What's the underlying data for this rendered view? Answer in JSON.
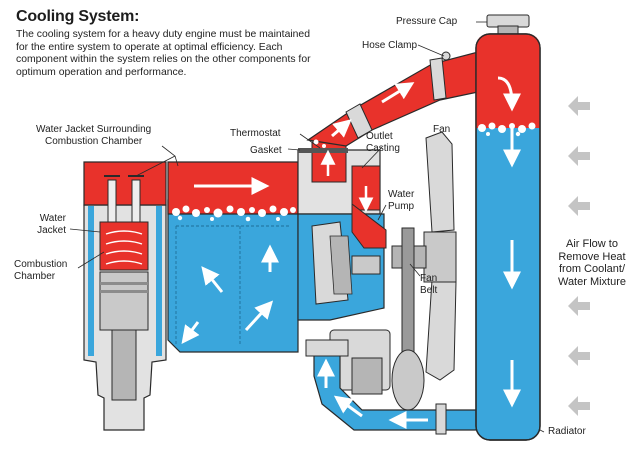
{
  "heading": {
    "title": "Cooling System:",
    "description": "The cooling system for a heavy duty engine must be maintained for the entire system to operate at optimal efficiency. Each component within the system relies on the other components for optimum operation and performance."
  },
  "labels": {
    "pressure_cap": "Pressure Cap",
    "hose_clamp": "Hose Clamp",
    "water_jacket_surrounding": "Water Jacket Surrounding\nCombustion Chamber",
    "thermostat": "Thermostat",
    "gasket": "Gasket",
    "outlet_casting": "Outlet\nCasting",
    "fan": "Fan",
    "water_pump": "Water\nPump",
    "water_jacket": "Water\nJacket",
    "combustion_chamber": "Combustion\nChamber",
    "fan_belt": "Fan\nBelt",
    "air_flow": "Air Flow to\nRemove Heat\nfrom Coolant/\nWater Mixture",
    "radiator": "Radiator"
  },
  "colors": {
    "hot_coolant": "#e8322b",
    "cool_coolant": "#3aa6dc",
    "metal_light": "#d9d9d9",
    "metal_mid": "#b5b5b5",
    "metal_dark": "#8c8c8c",
    "outline": "#2a2a2a",
    "air_arrow": "#c4c4c4"
  }
}
